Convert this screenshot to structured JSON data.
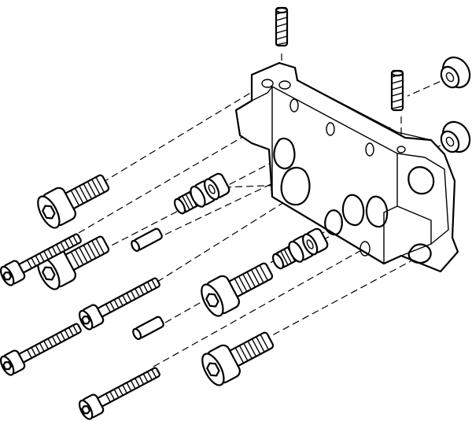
{
  "diagram": {
    "type": "exploded-assembly-drawing",
    "colors": {
      "line": "#000000",
      "background": "#ffffff"
    },
    "parts": {
      "adapter_plate": 1,
      "socket_head_cap_screws_large": 4,
      "socket_head_cap_screws_long": 4,
      "set_screws": 2,
      "cap_nuts": 2,
      "dowel_pins": 2,
      "threaded_sleeve_sets": 2
    }
  }
}
